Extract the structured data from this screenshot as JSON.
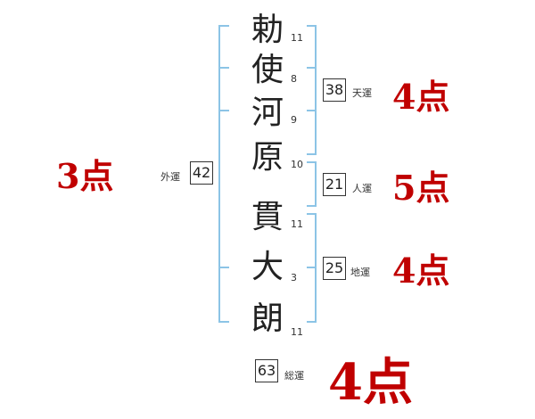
{
  "name_chars": [
    {
      "char": "勅",
      "strokes": "11"
    },
    {
      "char": "使",
      "strokes": "8"
    },
    {
      "char": "河",
      "strokes": "9"
    },
    {
      "char": "原",
      "strokes": "10"
    },
    {
      "char": "貫",
      "strokes": "11"
    },
    {
      "char": "大",
      "strokes": "3"
    },
    {
      "char": "朗",
      "strokes": "11"
    }
  ],
  "fortunes": {
    "tenkaku": {
      "label": "天運",
      "value": "38",
      "score": "4点"
    },
    "jinkaku": {
      "label": "人運",
      "value": "21",
      "score": "5点"
    },
    "chikaku": {
      "label": "地運",
      "value": "25",
      "score": "4点"
    },
    "gaikaku": {
      "label": "外運",
      "value": "42",
      "score": "3点"
    },
    "soukaku": {
      "label": "総運",
      "value": "63",
      "score": "4点"
    }
  },
  "colors": {
    "bracket": "#8cc4e6",
    "score": "#c00000"
  }
}
